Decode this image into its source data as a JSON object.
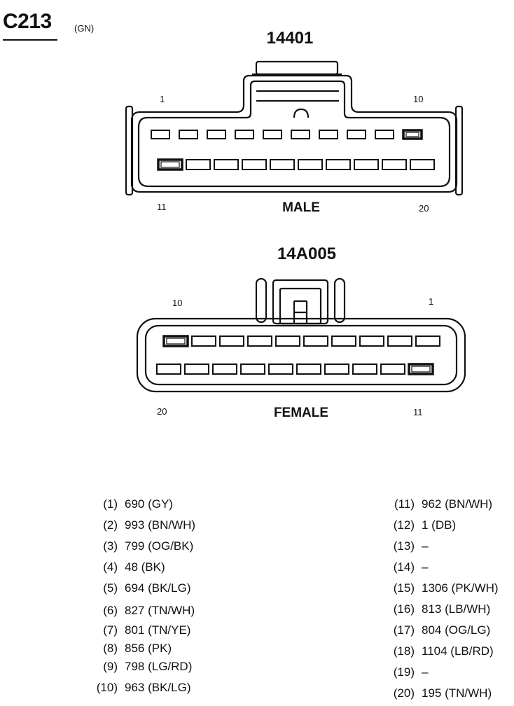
{
  "connector": {
    "id": "C213",
    "color": "(GN)"
  },
  "male": {
    "part": "14401",
    "label": "MALE",
    "pins": {
      "top_left": "1",
      "top_right": "10",
      "bottom_left": "11",
      "bottom_right": "20"
    }
  },
  "female": {
    "part": "14A005",
    "label": "FEMALE",
    "pins": {
      "top_left": "10",
      "top_right": "1",
      "bottom_left": "20",
      "bottom_right": "11"
    }
  },
  "wires_left": [
    {
      "num": "(1)",
      "value": "690 (GY)"
    },
    {
      "num": "(2)",
      "value": "993 (BN/WH)"
    },
    {
      "num": "(3)",
      "value": "799 (OG/BK)"
    },
    {
      "num": "(4)",
      "value": "48 (BK)"
    },
    {
      "num": "(5)",
      "value": "694 (BK/LG)"
    },
    {
      "num": "(6)",
      "value": "827 (TN/WH)"
    },
    {
      "num": "(7)",
      "value": "801 (TN/YE)"
    },
    {
      "num": "(8)",
      "value": "856 (PK)"
    },
    {
      "num": "(9)",
      "value": "798 (LG/RD)"
    },
    {
      "num": "(10)",
      "value": "963 (BK/LG)"
    }
  ],
  "wires_right": [
    {
      "num": "(11)",
      "value": "962 (BN/WH)"
    },
    {
      "num": "(12)",
      "value": "1 (DB)"
    },
    {
      "num": "(13)",
      "value": "–"
    },
    {
      "num": "(14)",
      "value": "–"
    },
    {
      "num": "(15)",
      "value": "1306 (PK/WH)"
    },
    {
      "num": "(16)",
      "value": "813 (LB/WH)"
    },
    {
      "num": "(17)",
      "value": "804 (OG/LG)"
    },
    {
      "num": "(18)",
      "value": "1104 (LB/RD)"
    },
    {
      "num": "(19)",
      "value": "–"
    },
    {
      "num": "(20)",
      "value": "195 (TN/WH)"
    }
  ]
}
